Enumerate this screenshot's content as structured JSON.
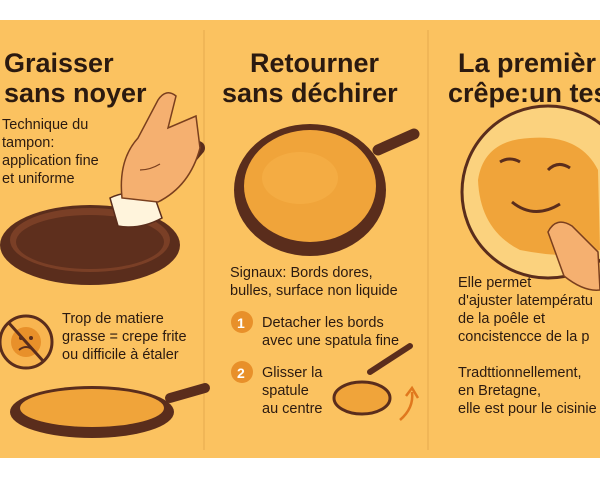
{
  "panels": [
    {
      "title_line1": "Graisser",
      "title_line2": "sans noyer",
      "technique_lines": [
        "Technique du",
        "tampon:",
        "application fine",
        "et uniforme"
      ],
      "warning_lines": [
        "Trop de matiere",
        "grasse = crepe frite",
        "ou difficile à étaler"
      ],
      "icons": [
        "hand-icon",
        "paper-towel-icon",
        "frying-pan-icon",
        "no-sad-face-icon",
        "greasy-pan-icon"
      ]
    },
    {
      "title_line1": "Retourner",
      "title_line2": "sans déchirer",
      "signals_lines": [
        "Signaux: Bords dores,",
        "bulles, surface non liquide"
      ],
      "steps": [
        {
          "number": "1",
          "lines": [
            "Detacher les bords",
            "avec une spatula fine"
          ]
        },
        {
          "number": "2",
          "lines": [
            "Glisser la",
            "spatule",
            "au centre"
          ]
        }
      ],
      "icons": [
        "crepe-pan-icon",
        "spatula-icon",
        "curved-arrow-icon"
      ]
    },
    {
      "title_line1": "La premièr",
      "title_line2": "crêpe:un tes",
      "purpose_lines": [
        "Elle permet",
        "d'ajuster latempératu",
        "de la poêle et",
        "concistencce de la p"
      ],
      "tradition_lines": [
        "Tradttionnellement,",
        "en Bretagne,",
        "elle est pour le cisinie"
      ],
      "icons": [
        "winking-crepe-icon",
        "pointing-hand-icon"
      ]
    }
  ],
  "colors": {
    "background": "#fbc260",
    "text": "#2b1a10",
    "pan": "#5a2d1c",
    "crepe": "#f0a43a",
    "hand": "#f5b070",
    "badge": "#e8902a"
  }
}
